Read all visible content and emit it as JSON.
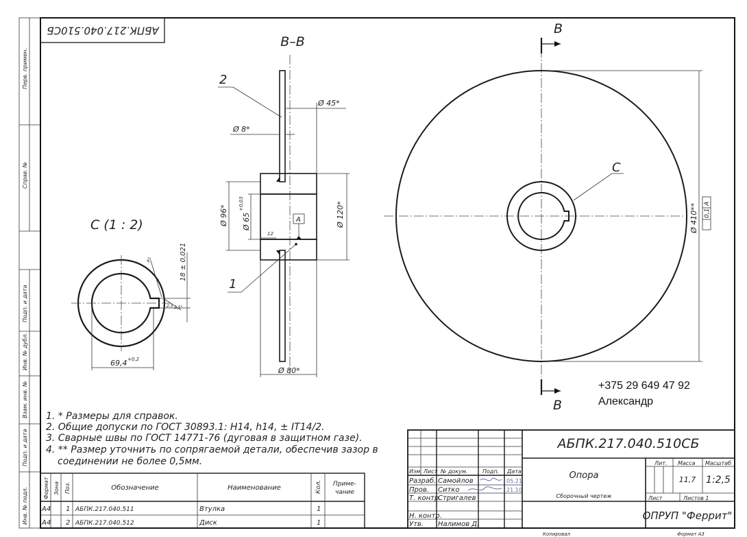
{
  "stamp_code": "АБПК.217.040.510СБ",
  "section_label": "В–В",
  "detail_label": "С  (1 : 2)",
  "leader_labels": {
    "pos1": "1",
    "pos2": "2",
    "detail_c": "С"
  },
  "section_marks": {
    "top": "В",
    "bottom": "В"
  },
  "dimensions": {
    "d45": "Ø 45*",
    "d8": "Ø 8*",
    "d96": "Ø 96*",
    "d65": "Ø 65",
    "d65_tol": "+0,03",
    "d120": "Ø 120*",
    "d80": "Ø 80*",
    "d410": "Ø 410**",
    "weld": "12",
    "datum": "A",
    "runout": "0,1",
    "runout_datum": "A",
    "key_18": "18 ± 0,021",
    "key_69": "69,4",
    "key_69_tol": "+0,2",
    "key_r1": "R1",
    "key_r2": "2,5",
    "key_ang": "2,5°"
  },
  "notes": [
    "1. * Размеры для справок.",
    "2. Общие допуски по ГОСТ 30893.1: H14, h14, ± IT14/2.",
    "3. Сварные швы по ГОСТ 14771-76 (дуговая в защитном газе).",
    "4. ** Размер уточнить по сопрягаемой детали, обеспечив зазор в",
    "соединении не более 0,5мм."
  ],
  "left_margin_labels": [
    "Перв. примен.",
    "Справ. №",
    "Подп. и дата",
    "Инв. № дубл.",
    "Взам. инв. №",
    "Подп. и дата",
    "Инв. № подл."
  ],
  "spec_table": {
    "headers": [
      "Формат",
      "Зона",
      "Поз.",
      "Обозначение",
      "Наименование",
      "Кол.",
      "Приме-",
      "чание"
    ],
    "rows": [
      {
        "format": "А4",
        "zone": "",
        "pos": "1",
        "designation": "АБПК.217.040.511",
        "name": "Втулка",
        "qty": "1",
        "note": ""
      },
      {
        "format": "А4",
        "zone": "",
        "pos": "2",
        "designation": "АБПК.217.040.512",
        "name": "Диск",
        "qty": "1",
        "note": ""
      }
    ]
  },
  "title_block": {
    "designation": "АБПК.217.040.510СБ",
    "name": "Опора",
    "doc_type": "Сборочный чертеж",
    "col_headers": [
      "Изм.",
      "Лист",
      "№ докум.",
      "Подп.",
      "Дата"
    ],
    "roles": [
      "Разраб.",
      "Пров.",
      "Т. контр.",
      "",
      "Н. контр.",
      "Утв."
    ],
    "people": [
      "Самойлов",
      "Ситко",
      "Стригалев",
      "",
      "",
      "Налимов Д."
    ],
    "dates": [
      "05.21",
      "21.10",
      "",
      "",
      "",
      ""
    ],
    "lit_label": "Лит.",
    "mass_label": "Масса",
    "scale_label": "Масштаб",
    "mass": "11,7",
    "scale": "1:2,5",
    "sheet_label": "Лист",
    "sheets_label": "Листов 1",
    "org": "ОПРУП \"Феррит\""
  },
  "bottom_labels": {
    "copied": "Копировал",
    "format": "Формат А3"
  },
  "contact": {
    "phone": "+375 29 649 47 92",
    "name": "Александр"
  }
}
